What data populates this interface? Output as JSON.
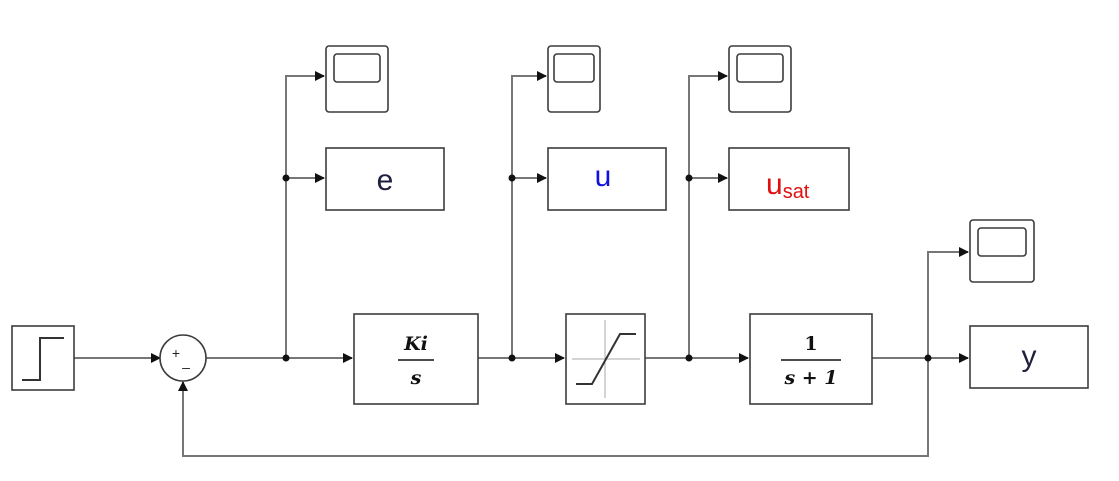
{
  "signals": {
    "e": {
      "text": "e",
      "color": "#1f1f3f"
    },
    "u": {
      "text": "u",
      "color": "#1010e0"
    },
    "u_sat": {
      "text": "u",
      "sub": "sat",
      "color": "#e01010"
    },
    "y": {
      "text": "y",
      "color": "#1f1f3f"
    }
  },
  "sum": {
    "plus": "+",
    "minus": "–"
  },
  "integrator": {
    "num": "Ki",
    "den": "s"
  },
  "plant": {
    "num": "1",
    "den": "s + 1"
  },
  "icons": {
    "step": "step-icon",
    "saturation": "saturation-icon",
    "scope": "scope-icon"
  }
}
